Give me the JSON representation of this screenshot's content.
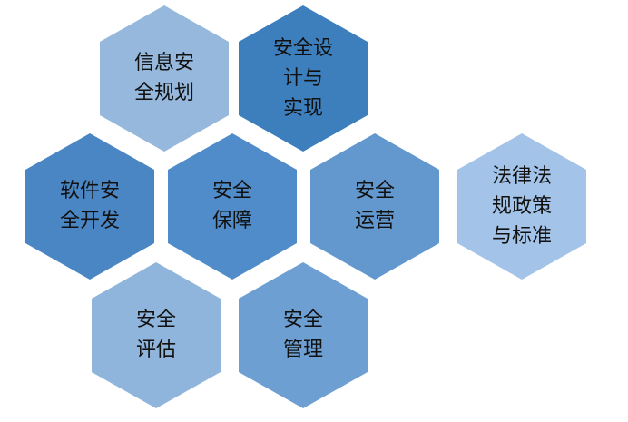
{
  "diagram": {
    "hexagons": [
      {
        "id": "info-security-planning",
        "lines": [
          "信息安",
          "全规划"
        ],
        "color": "#95b8dc"
      },
      {
        "id": "security-design",
        "lines": [
          "安全设",
          "计与",
          "实现"
        ],
        "color": "#3d7fbd"
      },
      {
        "id": "software-security-dev",
        "lines": [
          "软件安",
          "全开发"
        ],
        "color": "#4a86c3"
      },
      {
        "id": "security-assurance",
        "lines": [
          "安全",
          "保障"
        ],
        "color": "#4f8cc9"
      },
      {
        "id": "security-operations",
        "lines": [
          "安全",
          "运营"
        ],
        "color": "#6398cf"
      },
      {
        "id": "laws-policies-standards",
        "lines": [
          "法律法",
          "规政策",
          "与标准"
        ],
        "color": "#a3c3e8"
      },
      {
        "id": "security-assessment",
        "lines": [
          "安全",
          "评估"
        ],
        "color": "#90b5dc"
      },
      {
        "id": "security-management",
        "lines": [
          "安全",
          "管理"
        ],
        "color": "#6d9fd2"
      }
    ]
  }
}
